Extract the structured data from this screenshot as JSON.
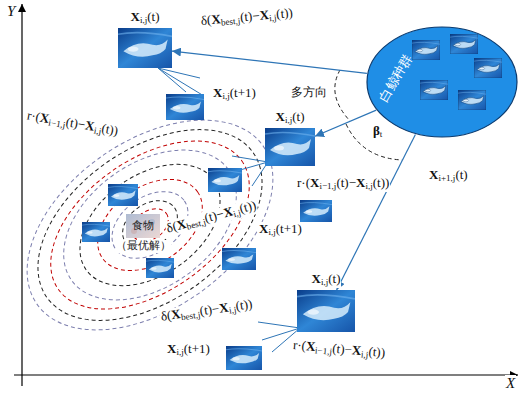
{
  "diagram": {
    "nodes": [
      {
        "text": [
          "白鲸种群"
        ]
      },
      {
        "text": [
          "Xi,j(t)"
        ]
      },
      {
        "text": [
          "Xi,j(t)"
        ]
      },
      {
        "text": [
          "Xi,j(t)"
        ]
      },
      {
        "text": [
          "食物",
          "（最优解）"
        ]
      }
    ],
    "edges": [
      {
        "from": 0,
        "to": 1,
        "arrow": "to"
      },
      {
        "from": 0,
        "to": 2,
        "arrow": "to"
      },
      {
        "from": 0,
        "to": 3,
        "arrow": "to"
      }
    ],
    "labels": [
      "Y",
      "X",
      "δ(Xbest,j(t)−Xi,j(t))",
      "r·(Xi−1,j(t)−Xi,j(t))",
      "Xi,j(t+1)",
      "多方向",
      "βt",
      "Xi+1,j(t)",
      "r·(Xi−1,j(t)−Xi,j(t))",
      "Xi,j(t+1)",
      "δ(Xbest,j(t)−Xi,j(t))",
      "δ(Xbest,j(t)−Xi,j(t))",
      "Xi,j(t+1)",
      "r·(Xi−1,j(t)−Xi,j(t))"
    ]
  }
}
